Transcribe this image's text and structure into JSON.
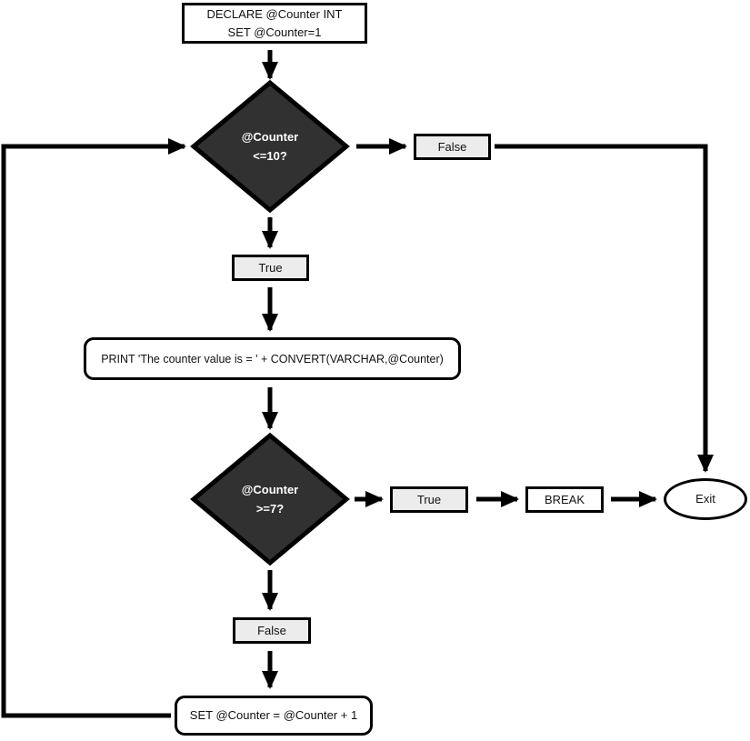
{
  "diagram": {
    "nodes": {
      "start": {
        "line1": "DECLARE @Counter INT",
        "line2": "SET @Counter=1"
      },
      "decision1": {
        "line1": "@Counter",
        "line2": "<=10?"
      },
      "false1": "False",
      "true1": "True",
      "print": "PRINT 'The counter value is = ' + CONVERT(VARCHAR,@Counter)",
      "decision2": {
        "line1": "@Counter",
        "line2": ">=7?"
      },
      "true2": "True",
      "break": "BREAK",
      "exit": "Exit",
      "false2": "False",
      "increment": "SET @Counter = @Counter + 1"
    },
    "colors": {
      "line": "#000000",
      "node_fill": "#ffffff",
      "label_fill": "#ececec",
      "decision_fill": "#313131",
      "decision_text": "#ffffff"
    }
  }
}
